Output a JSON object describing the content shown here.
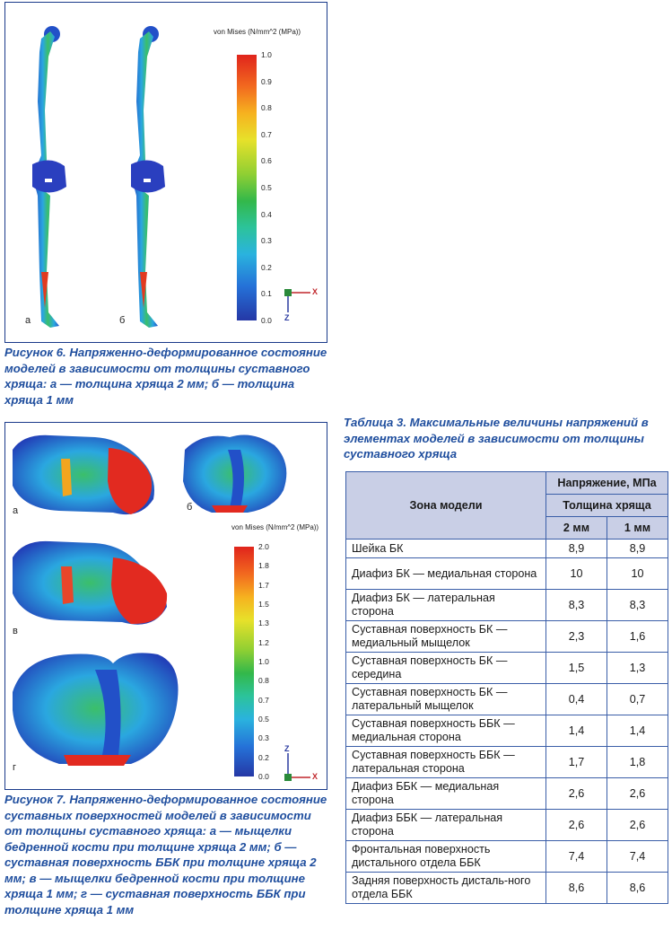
{
  "fig6": {
    "legend_title": "von Mises (N/mm^2 (MPa))",
    "ticks": [
      "1.0",
      "0.9",
      "0.8",
      "0.7",
      "0.6",
      "0.5",
      "0.4",
      "0.3",
      "0.2",
      "0.1",
      "0.0"
    ],
    "panel_a": "а",
    "panel_b": "б",
    "axis_x": "X",
    "axis_z": "Z",
    "caption": "Рисунок 6. Напряженно-деформированное состояние моделей в зависимости от толщины суставного хряща: а — толщина хряща 2 мм; б — толщина хряща 1 мм"
  },
  "fig7": {
    "legend_title": "von Mises (N/mm^2 (MPa))",
    "ticks": [
      "2.0",
      "1.8",
      "1.7",
      "1.5",
      "1.3",
      "1.2",
      "1.0",
      "0.8",
      "0.7",
      "0.5",
      "0.3",
      "0.2",
      "0.0"
    ],
    "panel_a": "а",
    "panel_b": "б",
    "panel_v": "в",
    "panel_g": "г",
    "axis_x": "X",
    "axis_z": "Z",
    "caption": "Рисунок 7. Напряженно-деформированное состояние суставных поверхностей моделей в зависимости от толщины суставного хряща: а — мыщелки бедренной кости при толщине хряща 2 мм; б — суставная поверхность ББК при толщине хряща 2 мм; в — мыщелки бедренной кости при толщине хряща 1 мм; г — суставная поверхность ББК при толщине хряща 1 мм"
  },
  "table": {
    "caption": "Таблица 3. Максимальные величины напряжений в элементах моделей в зависимости от толщины суставного хряща",
    "h_zone": "Зона модели",
    "h_stress": "Напряжение, МПа",
    "h_thickness": "Толщина хряща",
    "h_2mm": "2 мм",
    "h_1mm": "1 мм",
    "rows": [
      {
        "zone": "Шейка БК",
        "v2": "8,9",
        "v1": "8,9"
      },
      {
        "zone": "Диафиз БК — медиальная сторона",
        "v2": "10",
        "v1": "10"
      },
      {
        "zone": "Диафиз БК — латеральная сторона",
        "v2": "8,3",
        "v1": "8,3"
      },
      {
        "zone": "Суставная поверхность БК — медиальный мыщелок",
        "v2": "2,3",
        "v1": "1,6"
      },
      {
        "zone": "Суставная поверхность БК — середина",
        "v2": "1,5",
        "v1": "1,3"
      },
      {
        "zone": "Суставная поверхность БК — латеральный мыщелок",
        "v2": "0,4",
        "v1": "0,7"
      },
      {
        "zone": "Суставная поверхность ББК — медиальная сторона",
        "v2": "1,4",
        "v1": "1,4"
      },
      {
        "zone": "Суставная поверхность ББК — латеральная сторона",
        "v2": "1,7",
        "v1": "1,8"
      },
      {
        "zone": "Диафиз ББК — медиальная сторона",
        "v2": "2,6",
        "v1": "2,6"
      },
      {
        "zone": "Диафиз ББК — латеральная сторона",
        "v2": "2,6",
        "v1": "2,6"
      },
      {
        "zone": "Фронтальная поверхность дистального отдела ББК",
        "v2": "7,4",
        "v1": "7,4"
      },
      {
        "zone": "Задняя поверхность дисталь-ного отдела ББК",
        "v2": "8,6",
        "v1": "8,6"
      }
    ]
  }
}
